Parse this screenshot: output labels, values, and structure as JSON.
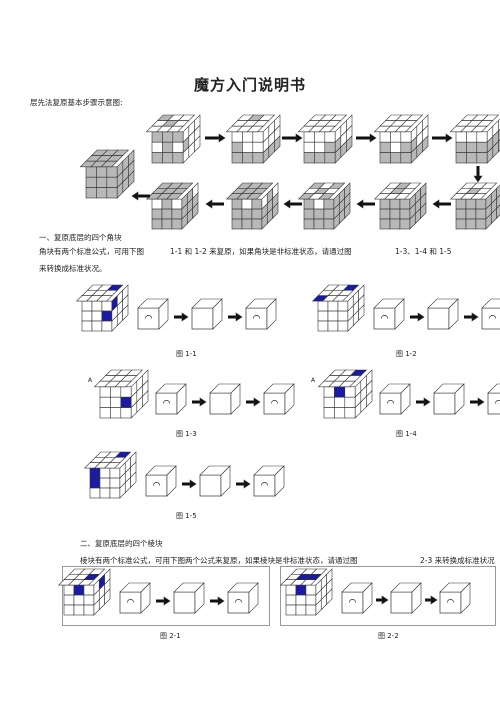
{
  "document": {
    "title": "魔方入门说明书",
    "intro": "层先法复原基本步骤示意图:",
    "section1": {
      "heading": "一、复原底层的四个角块",
      "line1_a": "角块有两个标准公式，可用下图",
      "line1_b": "1-1 和 1-2 来复原，如果角块是非标准状态，请通过图",
      "line1_c": "1-3、1-4 和 1-5",
      "line2": "来转换成标准状况。",
      "figures": [
        "图 1-1",
        "图 1-2",
        "图 1-3",
        "图 1-4",
        "图 1-5"
      ],
      "label_a": "A"
    },
    "section2": {
      "heading": "二、复原底层的四个棱块",
      "line1_a": "棱块有两个标准公式，可用下图两个公式来复原，如果棱块是非标准状态，请通过图",
      "line1_b": "2-3 来转换成标准状况",
      "figures": [
        "图 2-1",
        "图 2-2"
      ]
    }
  },
  "colors": {
    "blue": "#1a1aa8",
    "sticker_gray": "#b8b8b8",
    "line": "#333333"
  },
  "icons": [
    "cube-icon",
    "arrow-icon",
    "rotate-arrow-icon"
  ]
}
